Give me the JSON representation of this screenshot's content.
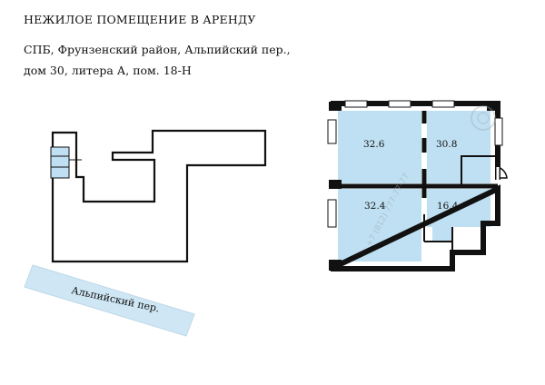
{
  "header": {
    "title": "НЕЖИЛОЕ ПОМЕЩЕНИЕ В АРЕНДУ",
    "address_line1": "СПБ, Фрунзенский район, Альпийский пер.,",
    "address_line2": "дом 30, литера А, пом. 18-Н"
  },
  "street": {
    "label": "Альпийский пер."
  },
  "rooms": [
    {
      "id": "room-a",
      "area": "32.6"
    },
    {
      "id": "room-b",
      "area": "30.8"
    },
    {
      "id": "room-c",
      "area": "32.4"
    },
    {
      "id": "room-d",
      "area": "16.4"
    }
  ],
  "watermark": {
    "text": "+7 (812) 777-77-77"
  },
  "colors": {
    "room_fill": "#bfe0f2",
    "wall": "#111111",
    "street_fill": "#cfe7f5"
  }
}
